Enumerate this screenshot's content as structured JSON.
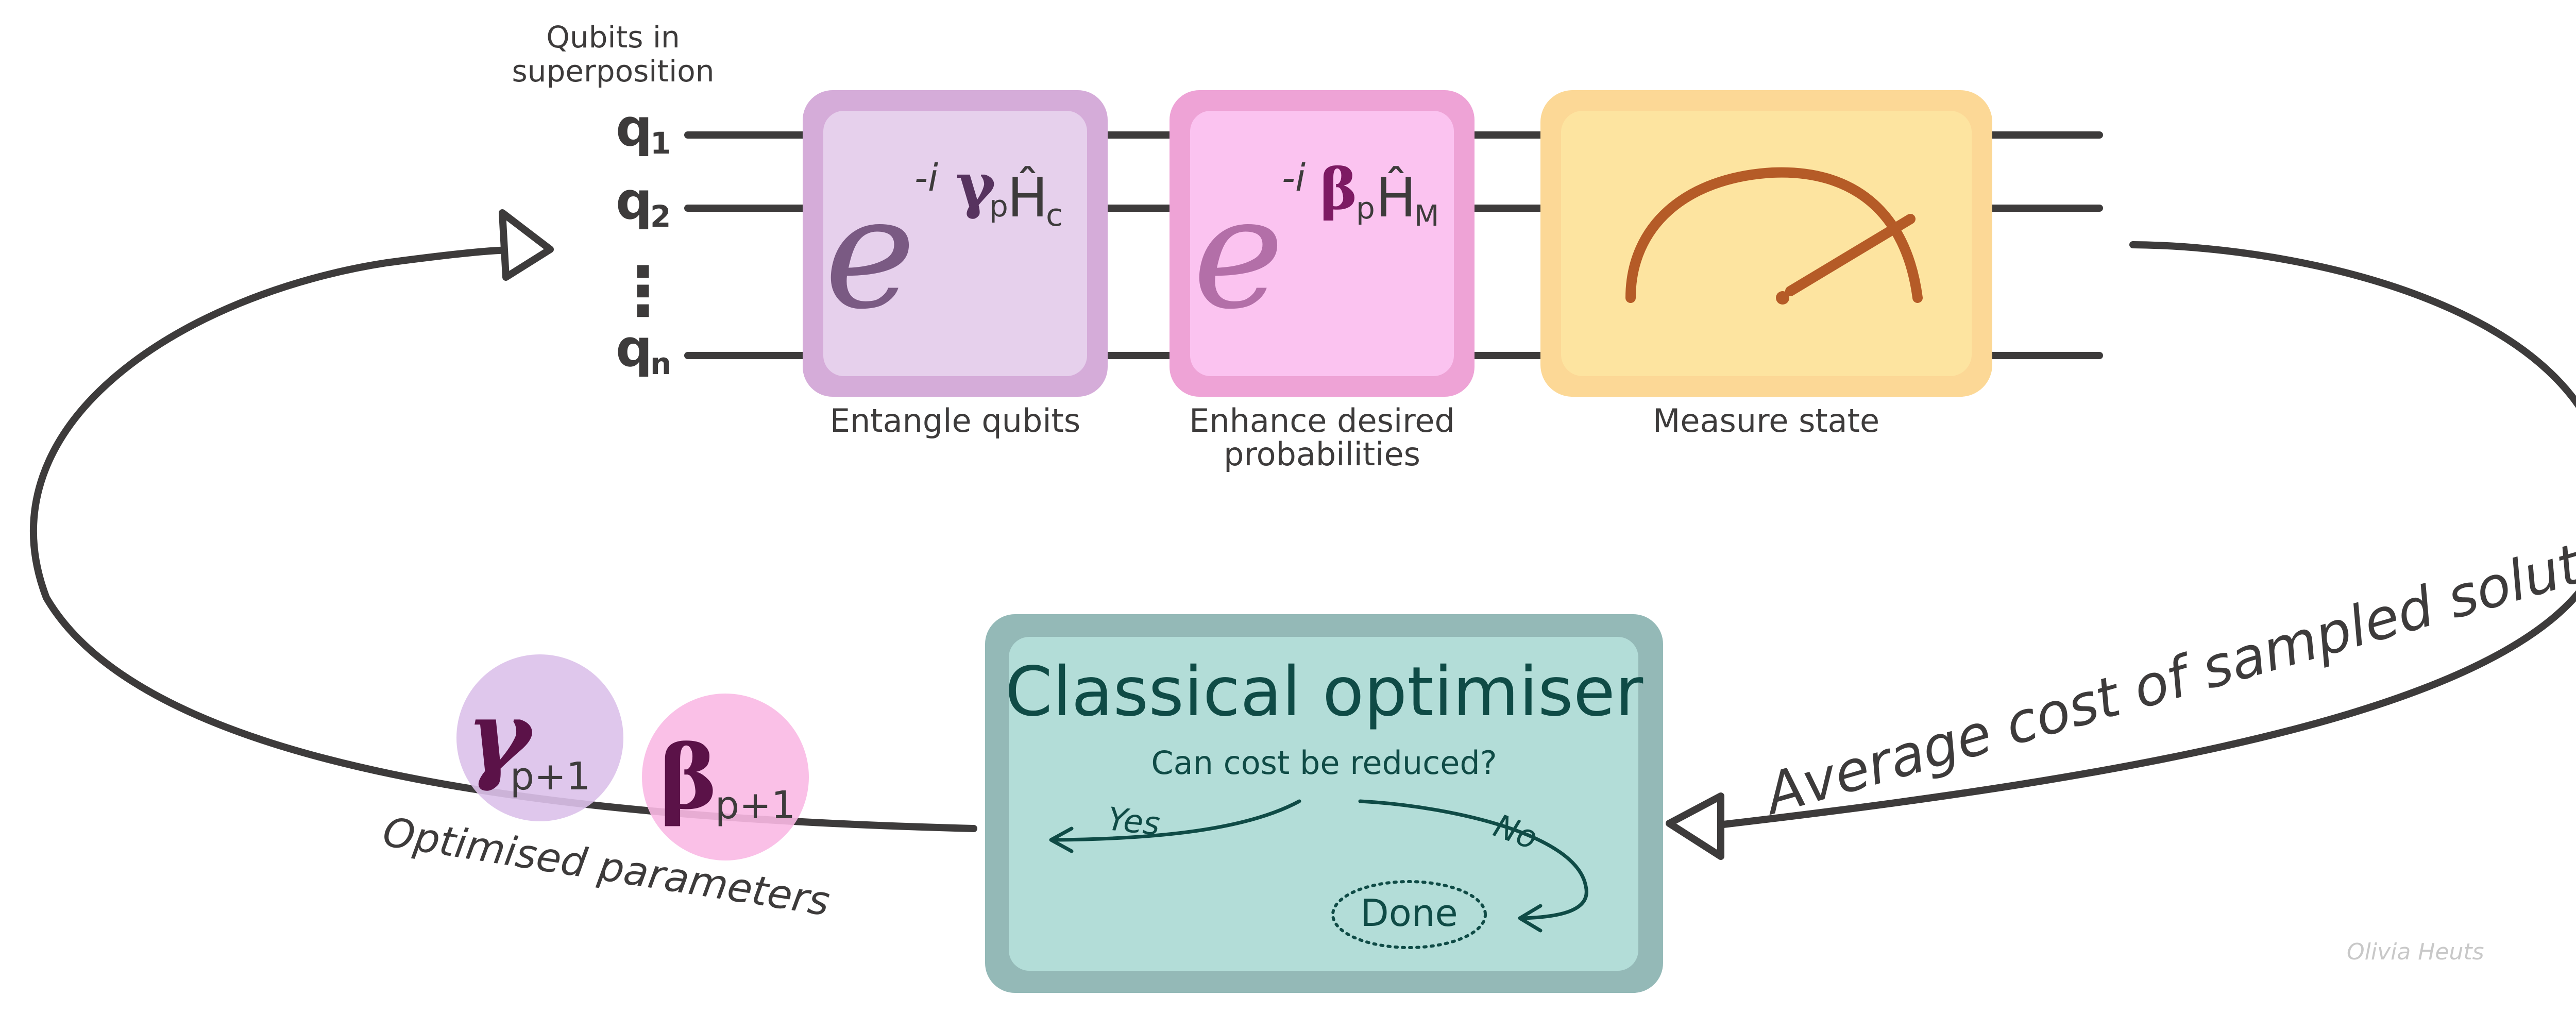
{
  "qubits": {
    "heading_line1": "Qubits in",
    "heading_line2": "superposition",
    "q1": "q",
    "q1_sub": "1",
    "q2": "q",
    "q2_sub": "2",
    "ellipsis": "⋮",
    "qn": "q",
    "qn_sub": "n"
  },
  "gates": {
    "cost": {
      "base": "e",
      "exp_prefix": "-i",
      "param": "γ",
      "param_sub": "p",
      "hamiltonian": "Ĥ",
      "hamiltonian_sub": "c",
      "caption": "Entangle qubits"
    },
    "mixer": {
      "base": "e",
      "exp_prefix": "-i",
      "param": "β",
      "param_sub": "p",
      "hamiltonian": "Ĥ",
      "hamiltonian_sub": "M",
      "caption_line1": "Enhance desired",
      "caption_line2": "probabilities"
    },
    "measure": {
      "caption": "Measure state"
    }
  },
  "feedback_label": "Average cost of sampled solutions",
  "optimiser": {
    "title": "Classical optimiser",
    "question": "Can cost be reduced?",
    "yes": "Yes",
    "no": "No",
    "done": "Done"
  },
  "parameters": {
    "gamma": "γ",
    "gamma_sub": "p+1",
    "beta": "β",
    "beta_sub": "p+1",
    "caption": "Optimised parameters"
  },
  "signature": "Olivia Heuts",
  "colors": {
    "ink": "#3d3b3b",
    "cost_outer": "#d5acd9",
    "cost_inner": "#e6d0ec",
    "mixer_outer": "#eea3d6",
    "mixer_inner": "#fbc3f0",
    "measure_outer": "#fcd896",
    "measure_inner": "#fde4a0",
    "meter": "#b55b27",
    "opt_outer": "#94b9b7",
    "opt_inner": "#b3ddd8",
    "opt_ink": "#0f4b46",
    "gamma_bg": "#dcc1ea",
    "beta_bg": "#f9b9e4",
    "param_ink": "#5b1248"
  }
}
